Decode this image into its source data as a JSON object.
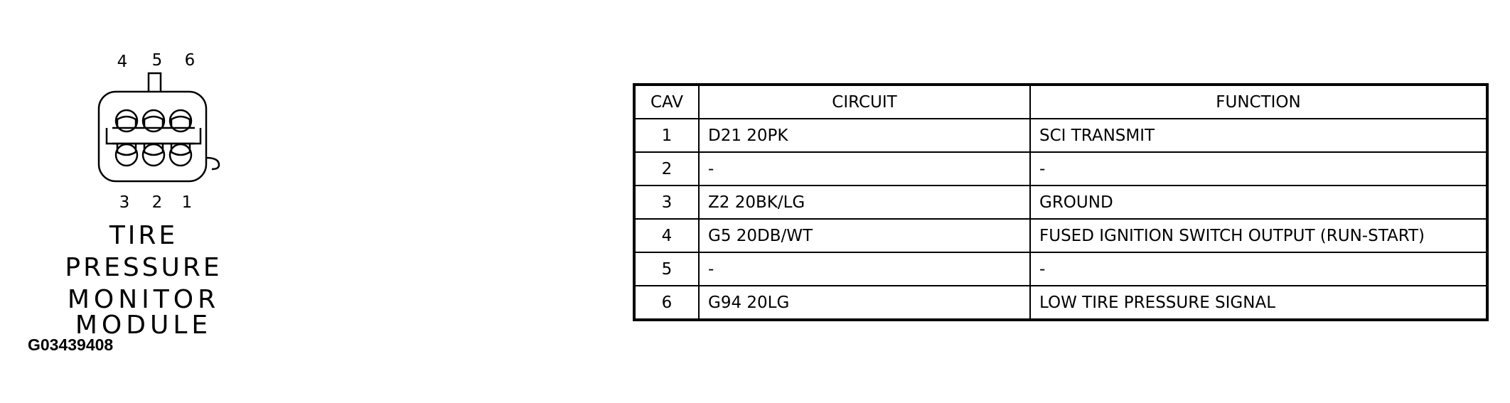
{
  "connector": {
    "top_pins": [
      "4",
      "5",
      "6"
    ],
    "bottom_pins": [
      "3",
      "2",
      "1"
    ],
    "label_lines": [
      "TIRE",
      "PRESSURE",
      "MONITOR MODULE"
    ]
  },
  "figure_id": "G03439408",
  "table": {
    "headers": [
      "CAV",
      "CIRCUIT",
      "FUNCTION"
    ],
    "rows": [
      {
        "cav": "1",
        "circuit": "D21 20PK",
        "function": "SCI TRANSMIT"
      },
      {
        "cav": "2",
        "circuit": "-",
        "function": "-"
      },
      {
        "cav": "3",
        "circuit": "Z2 20BK/LG",
        "function": "GROUND"
      },
      {
        "cav": "4",
        "circuit": "G5 20DB/WT",
        "function": "FUSED IGNITION SWITCH OUTPUT (RUN-START)"
      },
      {
        "cav": "5",
        "circuit": "-",
        "function": "-"
      },
      {
        "cav": "6",
        "circuit": "G94 20LG",
        "function": "LOW TIRE PRESSURE SIGNAL"
      }
    ]
  }
}
